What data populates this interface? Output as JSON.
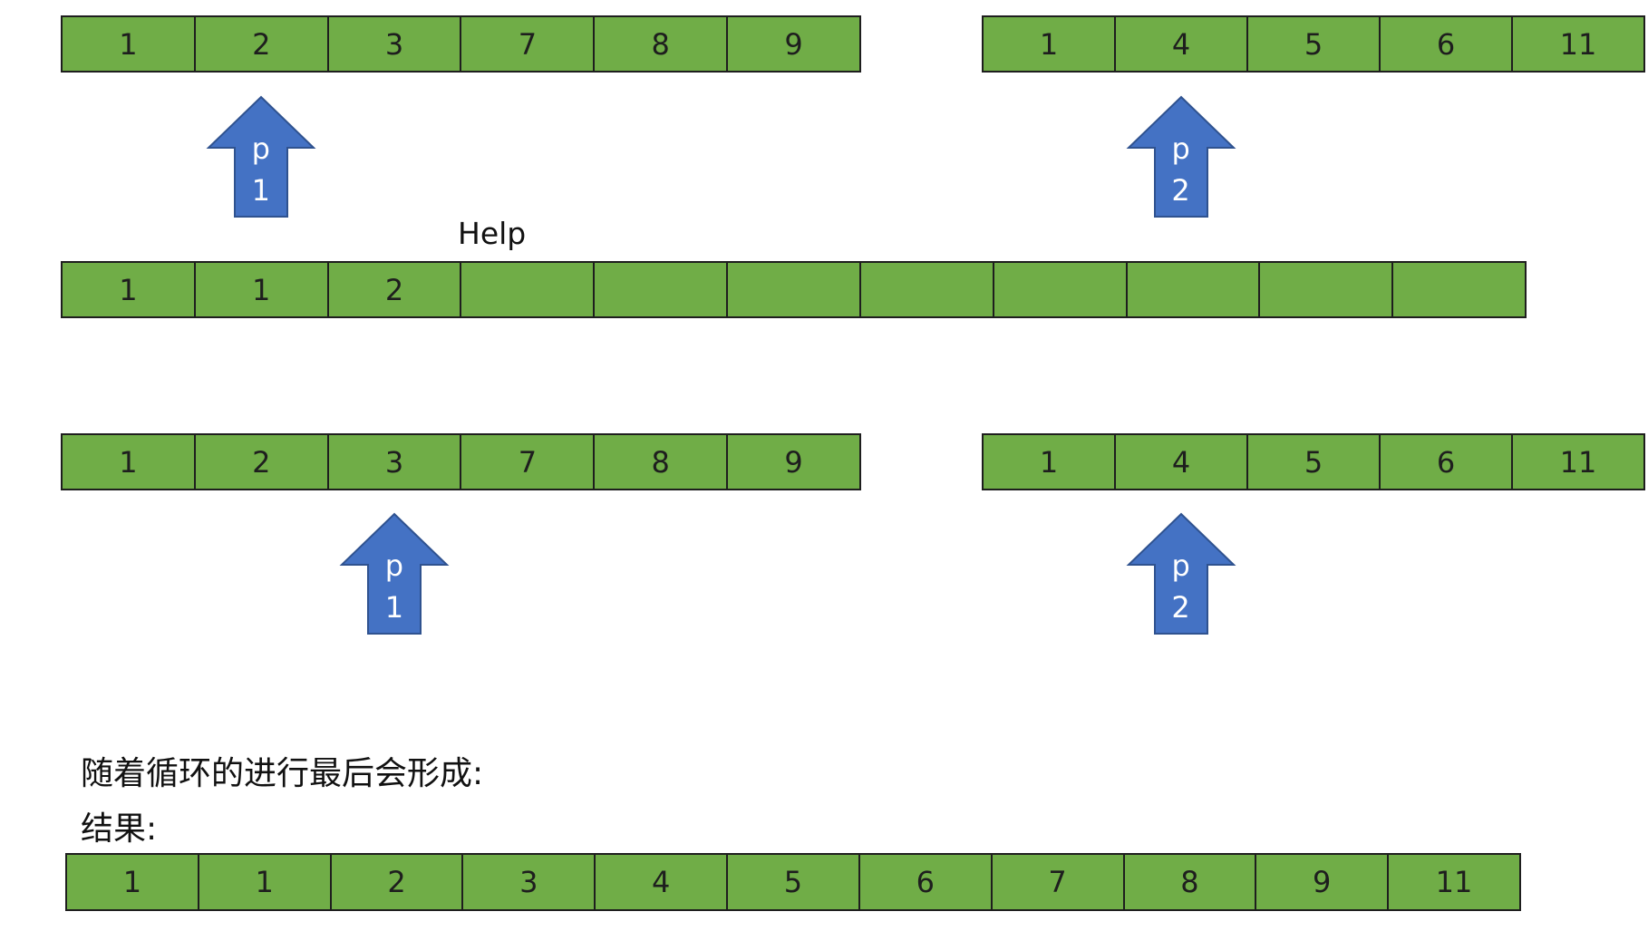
{
  "colors": {
    "cell_fill": "#70AD47",
    "cell_border": "#1e1e1e",
    "arrow_fill": "#4472C4",
    "arrow_border": "#2F528F"
  },
  "step1": {
    "array_a": [
      "1",
      "2",
      "3",
      "7",
      "8",
      "9"
    ],
    "array_b": [
      "1",
      "4",
      "5",
      "6",
      "11"
    ],
    "pointer_a": {
      "lines": [
        "p",
        "1"
      ],
      "points_to_index": 1
    },
    "pointer_b": {
      "lines": [
        "p",
        "2"
      ],
      "points_to_index": 1
    }
  },
  "help": {
    "label": "Help",
    "cells": [
      "1",
      "1",
      "2",
      "",
      "",
      "",
      "",
      "",
      "",
      "",
      ""
    ]
  },
  "step2": {
    "array_a": [
      "1",
      "2",
      "3",
      "7",
      "8",
      "9"
    ],
    "array_b": [
      "1",
      "4",
      "5",
      "6",
      "11"
    ],
    "pointer_a": {
      "lines": [
        "p",
        "1"
      ],
      "points_to_index": 2
    },
    "pointer_b": {
      "lines": [
        "p",
        "2"
      ],
      "points_to_index": 1
    }
  },
  "caption": "随着循环的进行最后会形成:",
  "result_label": "结果:",
  "result": [
    "1",
    "1",
    "2",
    "3",
    "4",
    "5",
    "6",
    "7",
    "8",
    "9",
    "11"
  ]
}
